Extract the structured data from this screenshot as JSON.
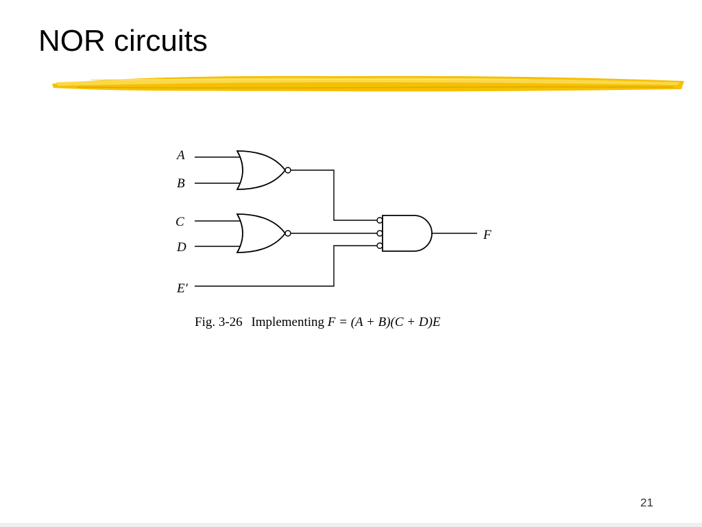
{
  "slide": {
    "title": "NOR circuits",
    "page_number": "21"
  },
  "figure": {
    "inputs": [
      "A",
      "B",
      "C",
      "D",
      "E′"
    ],
    "output": "F",
    "caption_prefix": "Fig. 3-26",
    "caption_text": "Implementing",
    "caption_formula": "F = (A + B)(C + D)E"
  },
  "colors": {
    "highlight": "#f5c000",
    "highlight_light": "#fbd84a"
  }
}
